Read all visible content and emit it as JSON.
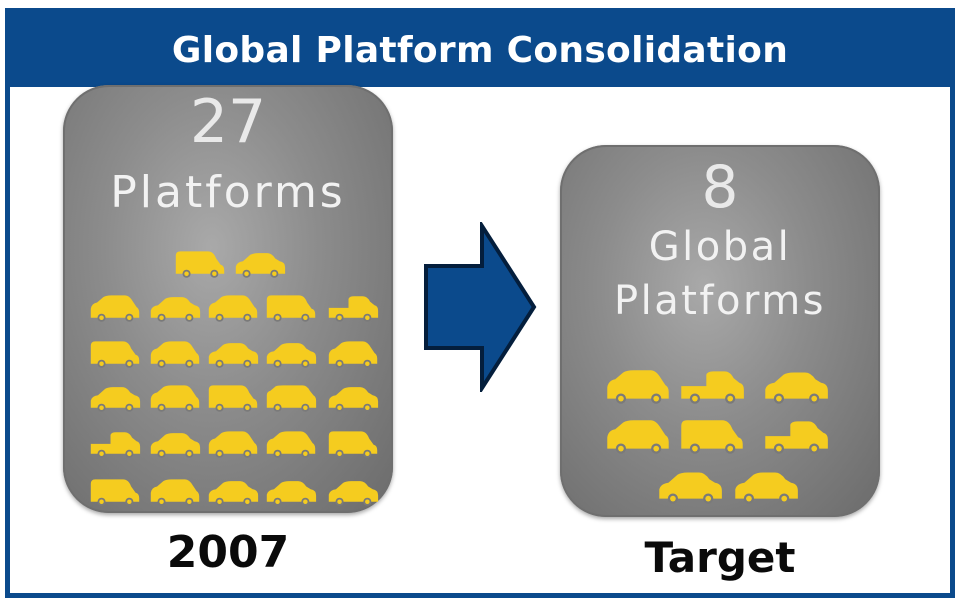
{
  "title": "Global Platform Consolidation",
  "colors": {
    "brand_blue": "#0b4a8c",
    "box_gray": "#8c8c8c",
    "vehicle_yellow": "#f5cc1f"
  },
  "left_panel": {
    "number": "27",
    "label": "Platforms",
    "caption": "2007",
    "vehicle_count": 27
  },
  "right_panel": {
    "number": "8",
    "label_line1": "Global",
    "label_line2": "Platforms",
    "caption": "Target",
    "vehicle_count": 8
  },
  "arrow_icon": "arrow-right-icon"
}
